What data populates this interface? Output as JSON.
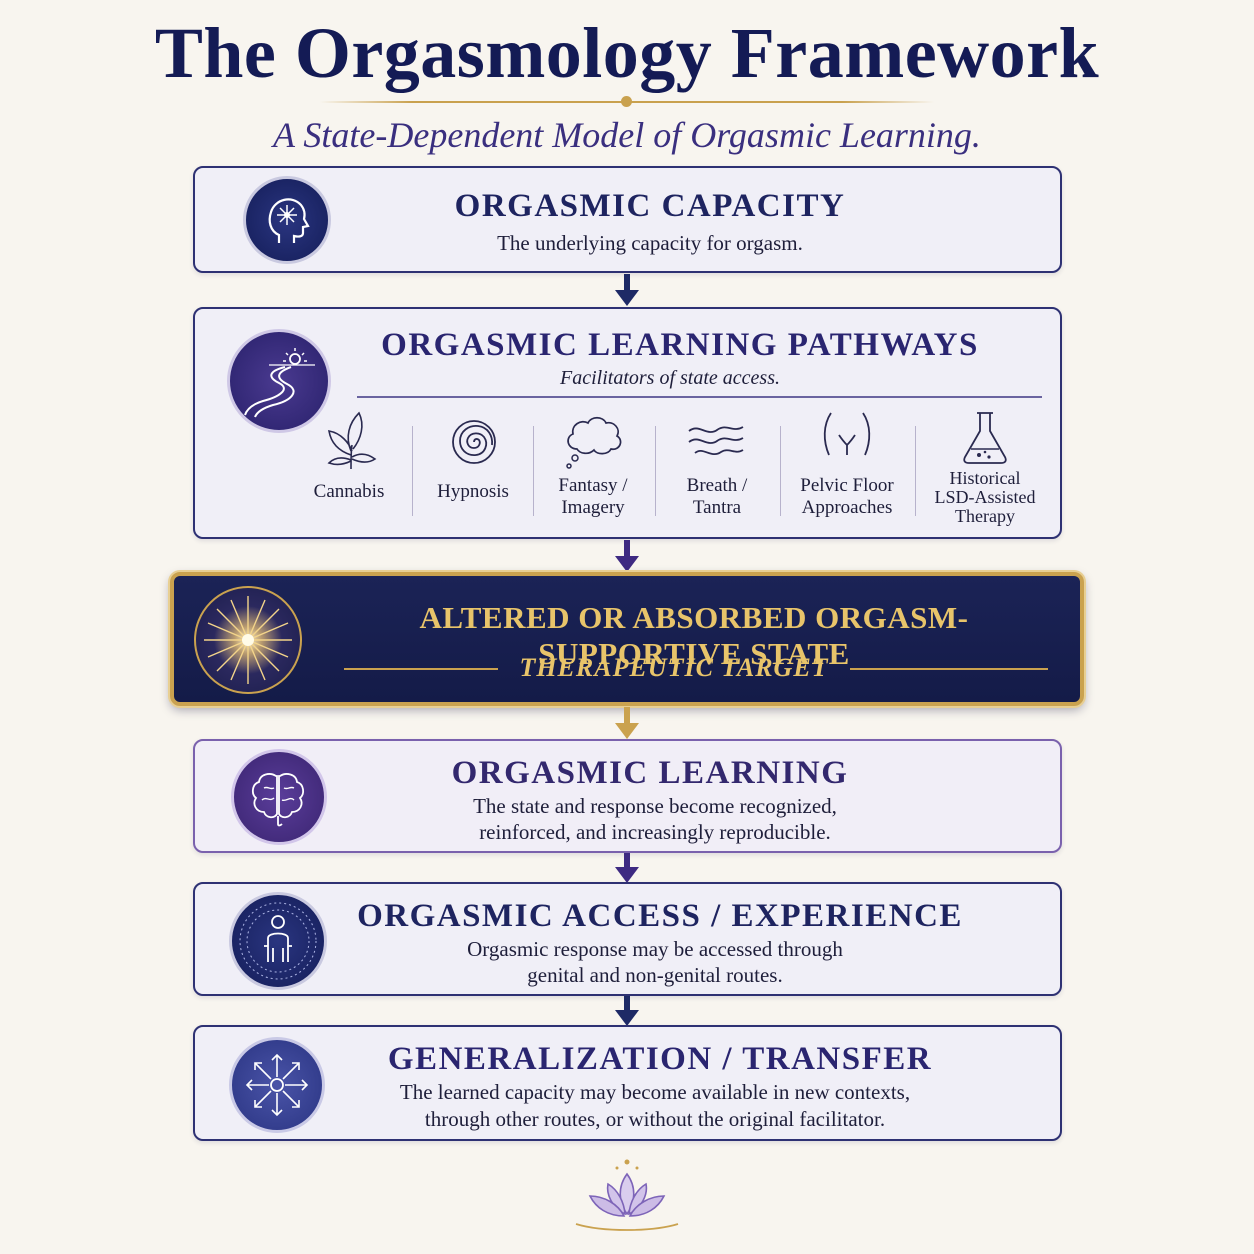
{
  "title": "The Orgasmology Framework",
  "subtitle": "A State-Dependent Model of Orgasmic Learning.",
  "colors": {
    "navy": "#1e2460",
    "purple": "#3a2f7f",
    "gold": "#caa24f",
    "dark_panel": "#141b48",
    "background": "#f8f5ef"
  },
  "stages": [
    {
      "heading": "ORGASMIC CAPACITY",
      "description": "The underlying capacity for orgasm.",
      "icon": "head-star-icon"
    },
    {
      "heading": "ORGASMIC LEARNING PATHWAYS",
      "description": "Facilitators of state access.",
      "icon": "winding-path-sun-icon",
      "pathways": [
        {
          "label": "Cannabis",
          "icon": "cannabis-leaf-icon"
        },
        {
          "label": "Hypnosis",
          "icon": "spiral-icon"
        },
        {
          "label": "Fantasy / Imagery",
          "icon": "thought-cloud-icon"
        },
        {
          "label": "Breath / Tantra",
          "icon": "breath-waves-icon"
        },
        {
          "label": "Pelvic Floor Approaches",
          "icon": "pelvis-icon"
        },
        {
          "label": "Historical LSD-Assisted Therapy",
          "icon": "flask-icon"
        }
      ]
    },
    {
      "heading": "ALTERED OR ABSORBED ORGASM-SUPPORTIVE STATE",
      "description": "THERAPEUTIC TARGET",
      "icon": "starburst-icon"
    },
    {
      "heading": "ORGASMIC LEARNING",
      "description_lines": [
        "The state and response become recognized,",
        "reinforced, and increasingly reproducible."
      ],
      "icon": "brain-icon"
    },
    {
      "heading": "ORGASMIC ACCESS / EXPERIENCE",
      "description_lines": [
        "Orgasmic response may be accessed through",
        "genital and non-genital routes."
      ],
      "icon": "person-aura-icon"
    },
    {
      "heading": "GENERALIZATION / TRANSFER",
      "description_lines": [
        "The learned capacity may become available in new contexts,",
        "through other routes, or without the original facilitator."
      ],
      "icon": "radiating-arrows-icon"
    }
  ],
  "footer_icon": "lotus-icon"
}
